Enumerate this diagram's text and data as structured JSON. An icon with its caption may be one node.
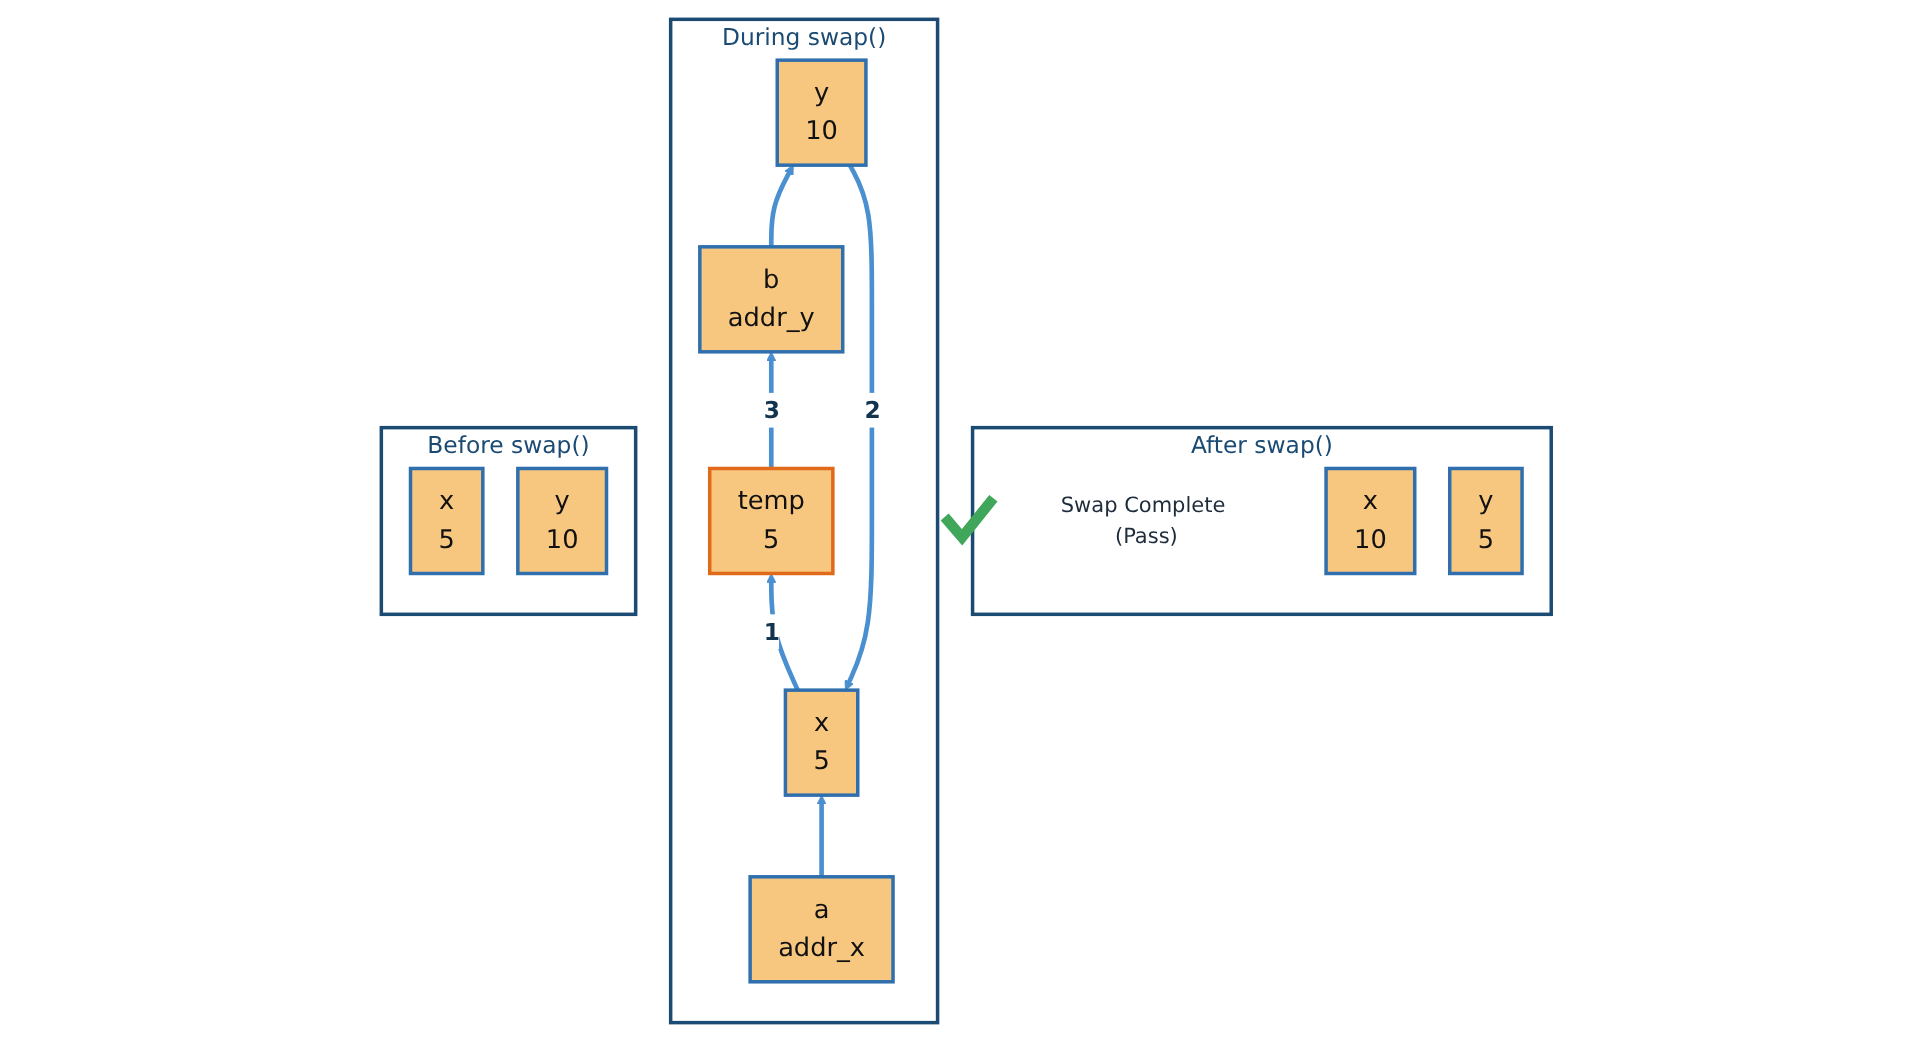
{
  "diagram": {
    "nodes": [
      {
        "text": [
          "Before swap()"
        ]
      },
      {
        "text": [
          "x",
          "5"
        ],
        "in": 0
      },
      {
        "text": [
          "y",
          "10"
        ],
        "in": 0
      },
      {
        "text": [
          "During swap()"
        ]
      },
      {
        "text": [
          "x",
          "5"
        ],
        "in": 3
      },
      {
        "text": [
          "y",
          "10"
        ],
        "in": 3
      },
      {
        "text": [
          "temp",
          "5"
        ],
        "in": 3
      },
      {
        "text": [
          "a",
          "addr_x"
        ],
        "in": 3
      },
      {
        "text": [
          "b",
          "addr_y"
        ],
        "in": 3
      },
      {
        "text": [
          "After swap()"
        ]
      },
      {
        "text": [
          "Swap Complete (Pass)"
        ],
        "in": 9
      },
      {
        "text": [
          "x",
          "10"
        ],
        "in": 9
      },
      {
        "text": [
          "y",
          "5"
        ],
        "in": 9
      }
    ],
    "edges": [
      {
        "from": 4,
        "to": 6,
        "arrow": "to",
        "label": "1"
      },
      {
        "from": 5,
        "to": 4,
        "arrow": "to",
        "label": "2"
      },
      {
        "from": 7,
        "to": 4,
        "arrow": "to"
      },
      {
        "from": 8,
        "to": 5,
        "arrow": "to"
      },
      {
        "from": 6,
        "to": 8,
        "arrow": "to",
        "label": "3"
      }
    ]
  }
}
